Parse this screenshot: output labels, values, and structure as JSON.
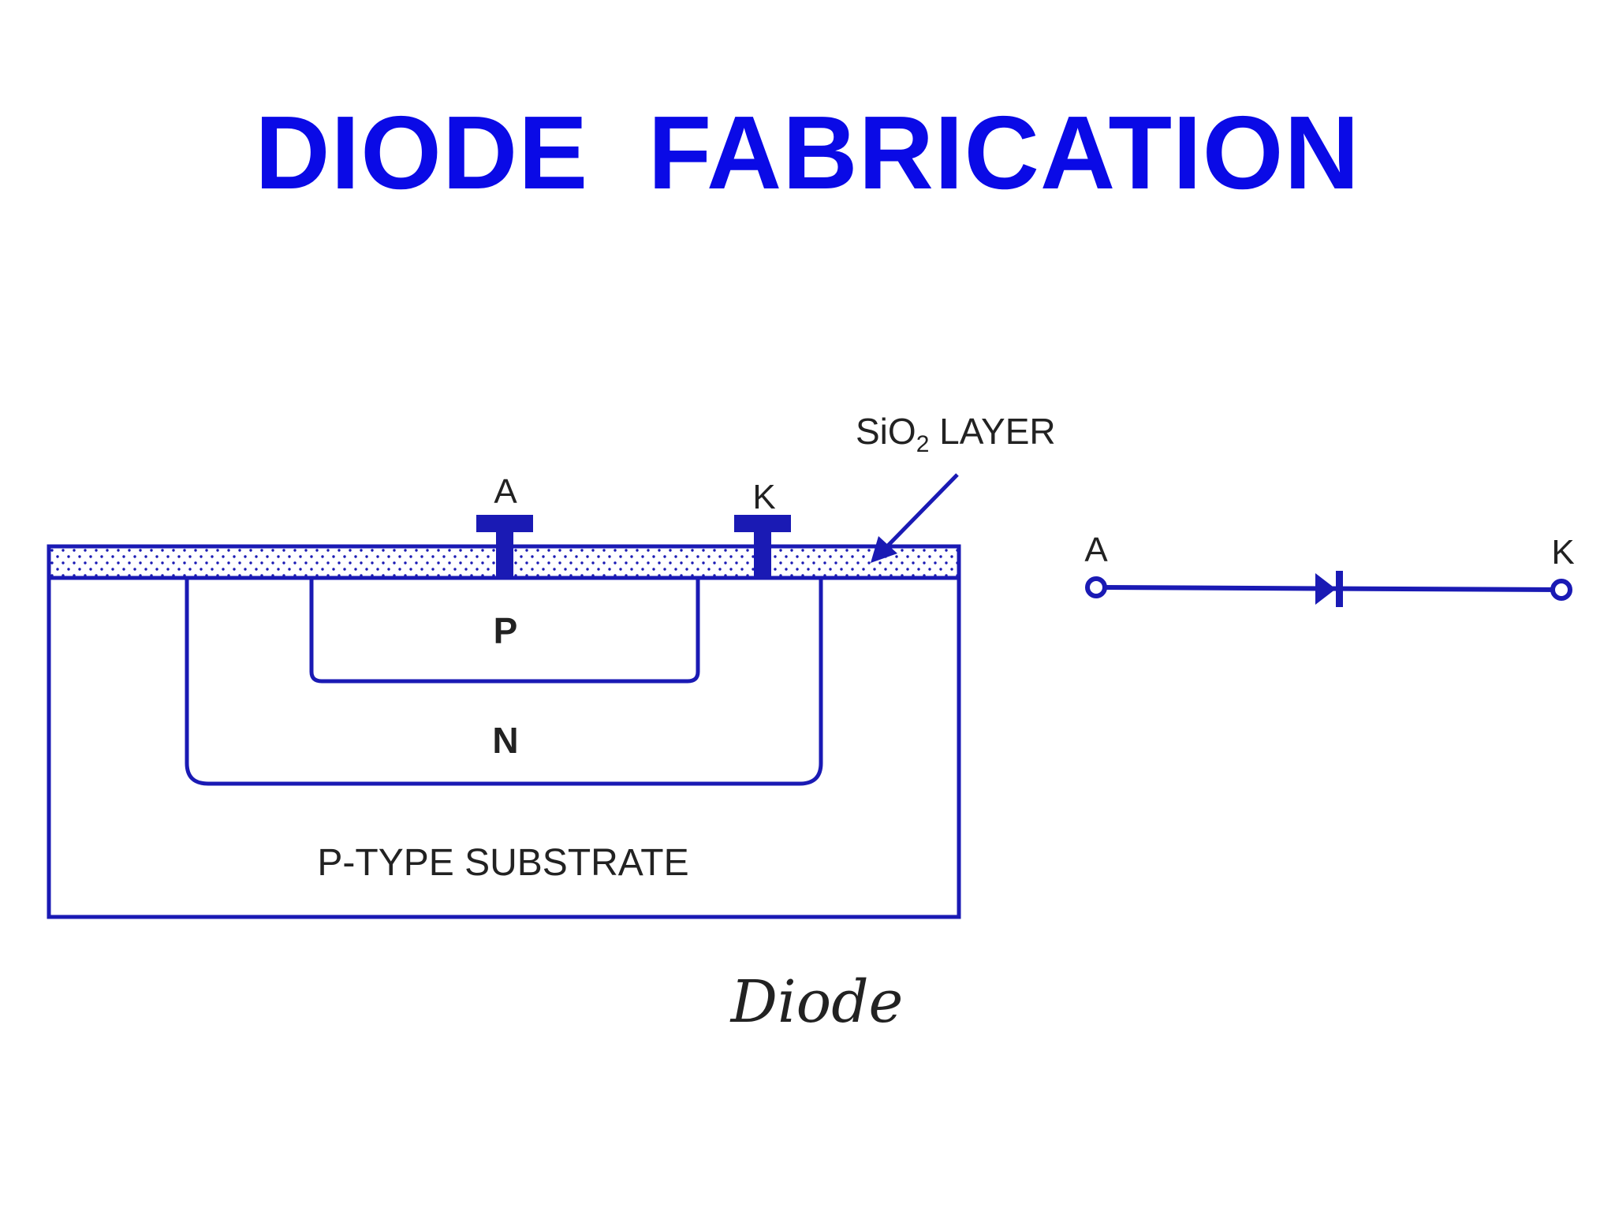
{
  "title": "DIODE  FABRICATION",
  "colors": {
    "title": "#0a0ae6",
    "diagram_line": "#1a1ab4",
    "text": "#222222"
  },
  "cross_section": {
    "oxide_label_main": "SiO",
    "oxide_label_sub": "2",
    "oxide_label_rest": " LAYER",
    "anode_contact_label": "A",
    "cathode_contact_label": "K",
    "p_region_label": "P",
    "n_region_label": "N",
    "substrate_label": "P-TYPE SUBSTRATE"
  },
  "symbol": {
    "anode_label": "A",
    "cathode_label": "K"
  },
  "caption": "Diode"
}
